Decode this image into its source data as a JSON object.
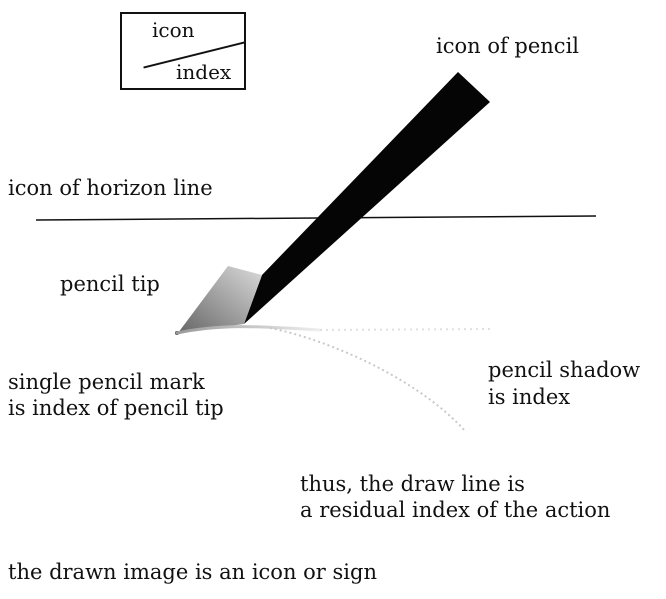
{
  "legend": {
    "top": "icon",
    "bottom": "index"
  },
  "labels": {
    "icon_of_pencil": "icon of pencil",
    "icon_of_horizon_line": "icon of horizon line",
    "pencil_tip": "pencil tip",
    "single_mark_line1": "single pencil mark",
    "single_mark_line2": "is index of pencil tip",
    "shadow_line1": "pencil shadow",
    "shadow_line2": "is index",
    "residual_line1": "thus, the draw line is",
    "residual_line2": "a residual index of the action",
    "footer": "the drawn image is an icon or sign"
  },
  "colors": {
    "pencil_body": "#050505",
    "pencil_tip_light": "#cfcfcf",
    "pencil_tip_dark": "#5e5e5e",
    "line": "#111111",
    "shadow": "#bdbdbd"
  }
}
